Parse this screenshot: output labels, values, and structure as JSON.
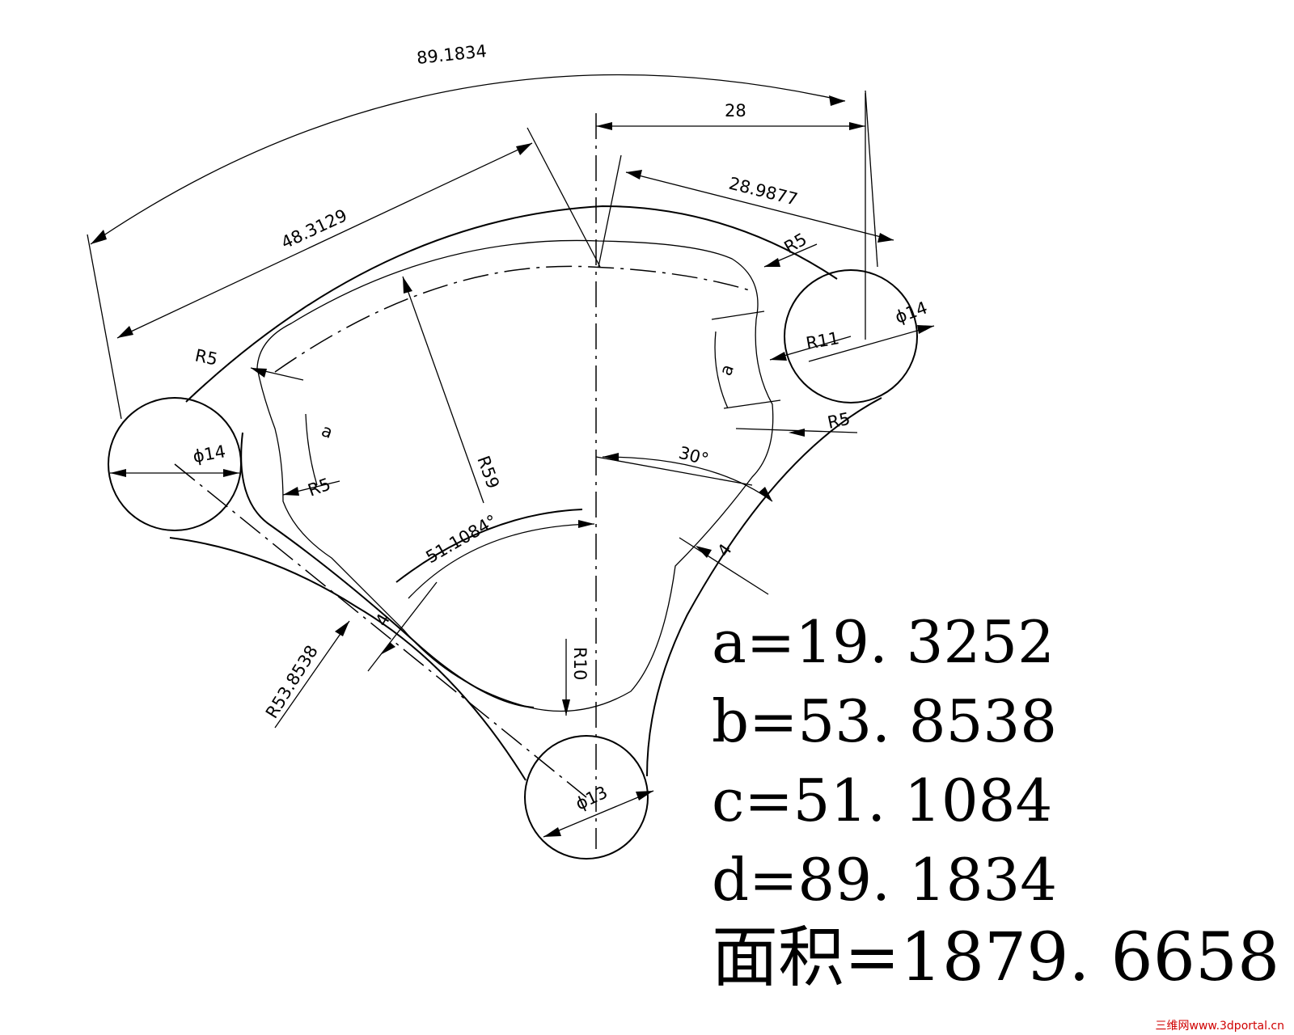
{
  "dimensions": {
    "arc_89": "89.1834",
    "d28": "28",
    "d28_9877": "28.9877",
    "d48_3129": "48.3129",
    "r5_top_right": "R5",
    "phi14_right": "ϕ14",
    "r11": "R11",
    "r5_right": "R5",
    "r5_left_top": "R5",
    "phi14_left": "ϕ14",
    "r5_left": "R5",
    "angle_a_left": "a",
    "angle_a_right": "a",
    "r59": "R59",
    "angle_30": "30°",
    "angle_51": "51.1084°",
    "gap4_right": "4",
    "gap4_left": "4",
    "r53": "R53.8538",
    "r10": "R10",
    "phi13": "ϕ13"
  },
  "results": [
    {
      "label": "a=19. 3252"
    },
    {
      "label": "b=53. 8538"
    },
    {
      "label": "c=51. 1084"
    },
    {
      "label": "d=89. 1834"
    },
    {
      "label": "面积=1879. 6658"
    }
  ],
  "watermark": "三维网www.3dportal.cn",
  "colors": {
    "line": "#000000",
    "background": "#ffffff",
    "watermark": "#d00000"
  }
}
